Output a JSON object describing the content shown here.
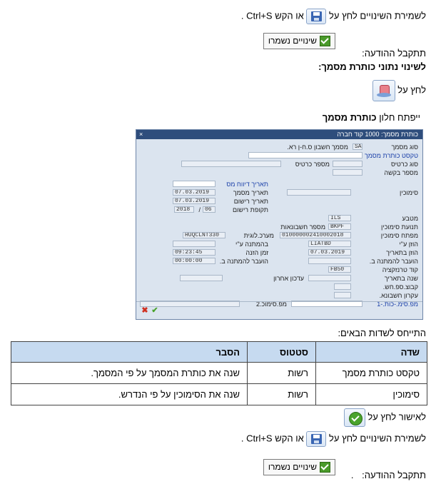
{
  "colors": {
    "header_bg": "#c6daf0",
    "sap_title_bg": "#2e4d7c",
    "sap_bg": "#dbe4ef",
    "link_blue": "#1a3fa8",
    "ok_green": "#4aa32c",
    "cancel_red": "#d03020"
  },
  "save_instruction": {
    "prefix": "לשמירת השינויים לחץ על",
    "suffix": "או הקש Ctrl+S ."
  },
  "message_label": "תתקבל ההודעה:",
  "message_text": "שינויים נשמרו",
  "section_heading": "לשינוי נתוני כותרת מסמך:",
  "click_on": "לחץ על",
  "opens_window": {
    "prefix": "ייפתח חלון",
    "bold": "כותרת מסמך"
  },
  "sap_window": {
    "title": "כותרת מסמך: 1000 קוד חברה",
    "close": "×",
    "labels": {
      "doc_type": "סוג מסמך",
      "doc_header_text": "טקסט כותרת מסמך",
      "card_type": "סוג כרטיס",
      "request_number": "מספר בקשה",
      "reference": "סימוכין",
      "tax_report_date": "תאריך דיווח מס",
      "doc_date": "תאריך מסמך",
      "posting_date": "תאריך רישום",
      "posting_period": "תקופת רישום",
      "currency": "מטבע",
      "ref_transaction": "תנועת סימוכין",
      "ref_key": "מפתח סימוכין",
      "logical_system": "מערכ.לוגית",
      "entered_by": "הוזן ע\"י",
      "parked_by": "בהמתנה ע\"י",
      "entered_on": "הוזן בתאריך",
      "entry_time": "זמן הזנה",
      "moved_to_parking": "הועבר להמתנה ב.",
      "moved_to_parking_by": "הועבר להמתנה ב.",
      "transaction_code": "קוד טרנזקציה",
      "change_year": "שנה בתאריך",
      "last_update": "עדכון אחרון",
      "ledger_group": "קבוצ.ספ.חש.",
      "accounting_principle": "עקרון חשבונא.",
      "ref_doc_num1": "מפ.סימ.-כות.-1",
      "ref_doc_num2": "מפ.סימוכ.2",
      "card_number": "מספר כרטיס",
      "doc_type_desc": "מסמך חשבון ס.ח-ן רא.",
      "accounting_doc_no": "מספר חשבונאות"
    },
    "values": {
      "doc_type": "SA",
      "doc_date": "07.03.2019",
      "posting_date": "07.03.2019",
      "period_month": "06",
      "period_sep": "/",
      "period_year": "2018",
      "currency": "ILS",
      "ref_transaction": "BKPF",
      "ref_key": "010000002410002018",
      "logical_system": "HUQCLNT330",
      "entered_by": "LIATBD",
      "entered_on": "07.03.2019",
      "entry_time": "09:23:45",
      "parking_time": "00:00:00",
      "transaction_code": "FB50"
    }
  },
  "refer_fields": "התייחס לשדות הבאים:",
  "table": {
    "headers": [
      "שדה",
      "סטטוס",
      "הסבר"
    ],
    "rows": [
      [
        "טקסט כותרת מסמך",
        "רשות",
        "שנה את כותרת המסמך על פי המסמך."
      ],
      [
        "סימוכין",
        "רשות",
        "שנה את הסימוכין על פי הנדרש."
      ]
    ]
  },
  "confirm_instruction": "לאישור לחץ על",
  "final_message_dots": "."
}
